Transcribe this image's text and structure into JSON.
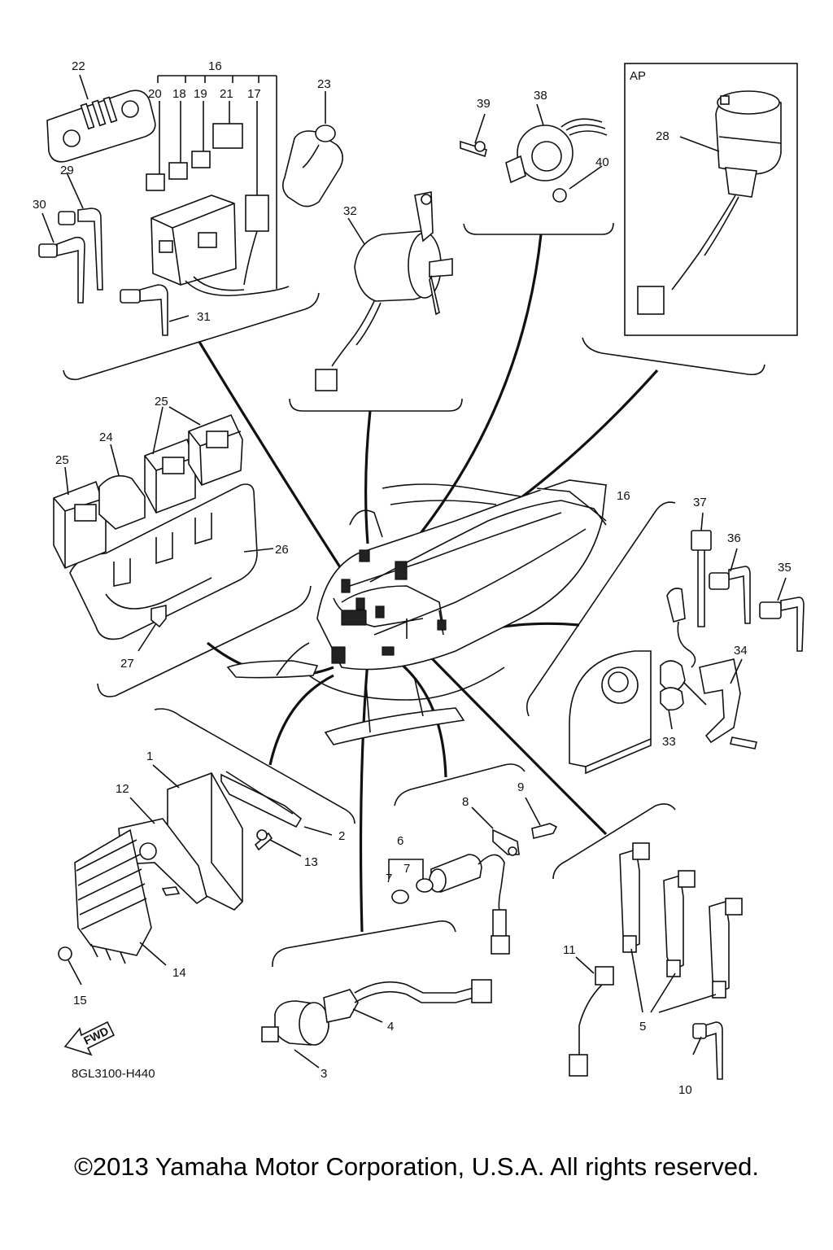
{
  "labels": {
    "l1": "1",
    "l2": "2",
    "l3": "3",
    "l4": "4",
    "l5": "5",
    "l6": "6",
    "l7a": "7",
    "l7b": "7",
    "l8": "8",
    "l9": "9",
    "l10": "10",
    "l11": "11",
    "l12": "12",
    "l13": "13",
    "l14": "14",
    "l15": "15",
    "l16a": "16",
    "l16b": "16",
    "l17": "17",
    "l18": "18",
    "l19": "19",
    "l20": "20",
    "l21": "21",
    "l22": "22",
    "l23": "23",
    "l24": "24",
    "l25a": "25",
    "l25b": "25",
    "l26": "26",
    "l27": "27",
    "l28": "28",
    "l29": "29",
    "l30": "30",
    "l31": "31",
    "l32": "32",
    "l33": "33",
    "l34": "34",
    "l35": "35",
    "l36": "36",
    "l37": "37",
    "l38": "38",
    "l39": "39",
    "l40": "40"
  },
  "ap_label": "AP",
  "fwd_label": "FWD",
  "diagram_code": "8GL3100-H440",
  "copyright": "©2013 Yamaha Motor Corporation, U.S.A. All rights reserved."
}
